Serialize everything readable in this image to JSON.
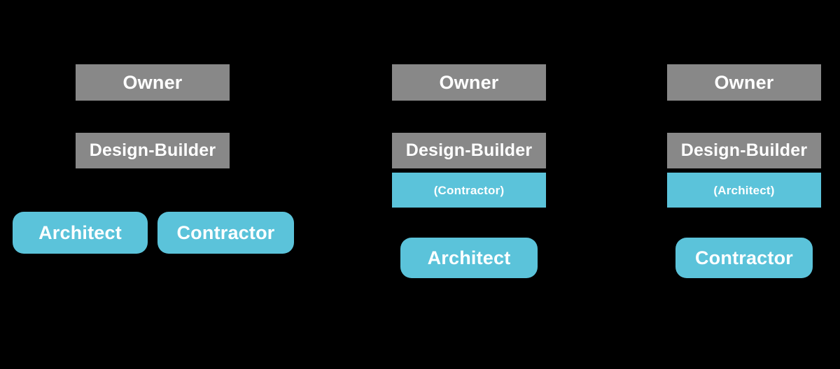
{
  "diagram": {
    "background_color": "#000000",
    "palette": {
      "gray": "#888888",
      "blue": "#5bc3da",
      "text": "#ffffff"
    },
    "columns": [
      {
        "id": "column-1",
        "nodes": [
          {
            "id": "c1-owner",
            "label": "Owner",
            "shape": "rect",
            "color": "gray"
          },
          {
            "id": "c1-design-builder",
            "label": "Design-Builder",
            "shape": "rect",
            "color": "gray"
          },
          {
            "id": "c1-architect",
            "label": "Architect",
            "shape": "pill",
            "color": "blue"
          },
          {
            "id": "c1-contractor",
            "label": "Contractor",
            "shape": "pill",
            "color": "blue"
          }
        ]
      },
      {
        "id": "column-2",
        "nodes": [
          {
            "id": "c2-owner",
            "label": "Owner",
            "shape": "rect",
            "color": "gray"
          },
          {
            "id": "c2-design-builder",
            "label": "Design-Builder",
            "shape": "rect",
            "color": "gray"
          },
          {
            "id": "c2-sub",
            "label": "(Contractor)",
            "shape": "rect",
            "color": "blue"
          },
          {
            "id": "c2-architect",
            "label": "Architect",
            "shape": "pill",
            "color": "blue"
          }
        ]
      },
      {
        "id": "column-3",
        "nodes": [
          {
            "id": "c3-owner",
            "label": "Owner",
            "shape": "rect",
            "color": "gray"
          },
          {
            "id": "c3-design-builder",
            "label": "Design-Builder",
            "shape": "rect",
            "color": "gray"
          },
          {
            "id": "c3-sub",
            "label": "(Architect)",
            "shape": "rect",
            "color": "blue"
          },
          {
            "id": "c3-contractor",
            "label": "Contractor",
            "shape": "pill",
            "color": "blue"
          }
        ]
      }
    ]
  }
}
